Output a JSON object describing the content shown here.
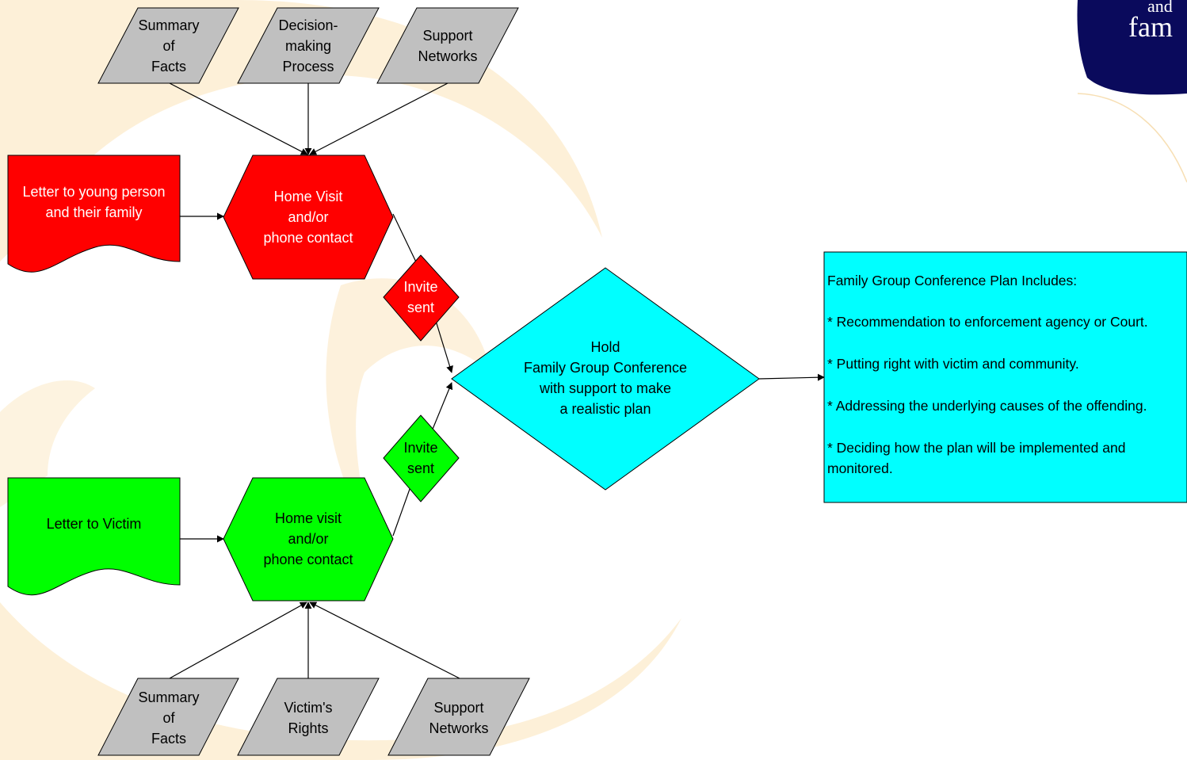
{
  "colors": {
    "background_swirl": "#fdf0d8",
    "young_person_track": "#ff0000",
    "victim_track": "#00ff00",
    "input_boxes": "#c0c0c0",
    "conference": "#00ffff",
    "logo": "#0a0a5c"
  },
  "logo": {
    "text_and": "and",
    "text_fam": "fam"
  },
  "top_inputs": {
    "summary": "Summary\nof\nFacts",
    "decision": "Decision-\nmaking\nProcess",
    "support": "Support\nNetworks"
  },
  "young_person": {
    "letter": "Letter to young person\nand their family",
    "home_visit": "Home Visit\nand/or\nphone contact",
    "invite": "Invite\nsent"
  },
  "victim": {
    "letter": "Letter to Victim",
    "home_visit": "Home visit\nand/or\nphone contact",
    "invite": "Invite\nsent"
  },
  "bottom_inputs": {
    "summary": "Summary\nof\nFacts",
    "rights": "Victim's\nRights",
    "support": "Support\nNetworks"
  },
  "conference": {
    "label": "Hold\nFamily Group Conference\nwith support to make\na realistic plan"
  },
  "plan": {
    "title": "Family Group Conference Plan Includes:",
    "items": [
      "* Recommendation to enforcement agency or Court.",
      "* Putting right with victim and community.",
      "* Addressing the underlying causes of the offending.",
      "* Deciding how the plan will be implemented and\n  monitored."
    ]
  }
}
